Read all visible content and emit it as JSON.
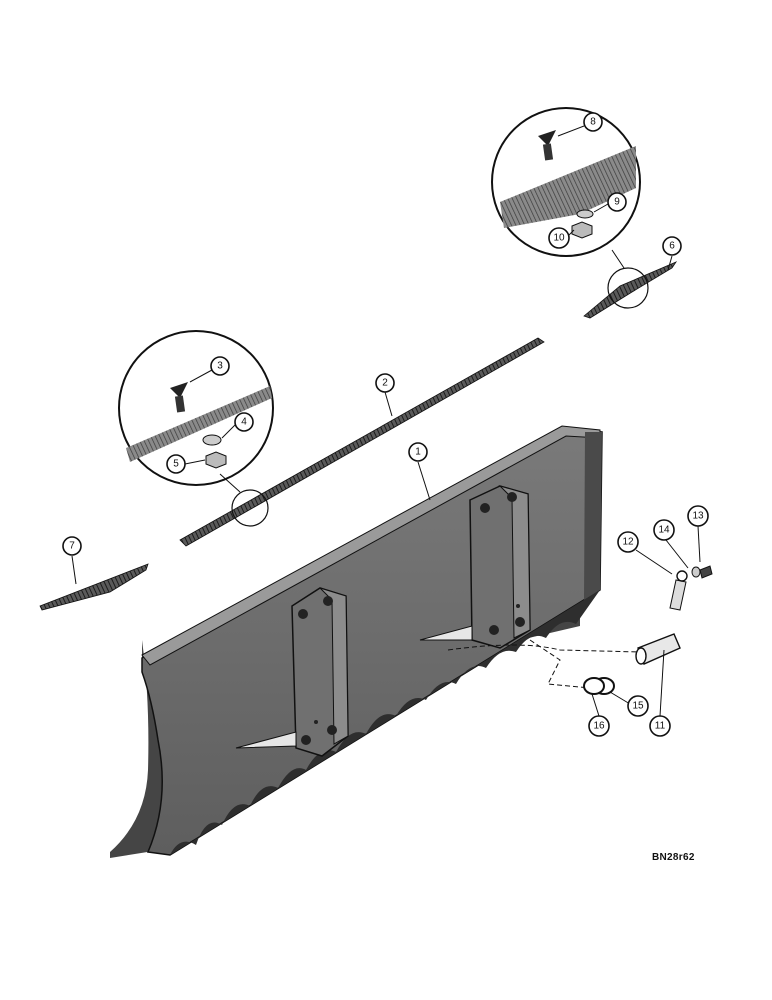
{
  "drawing_number": "BN28r62",
  "callouts": [
    "1",
    "2",
    "3",
    "4",
    "5",
    "6",
    "7",
    "8",
    "9",
    "10",
    "11",
    "12",
    "13",
    "14",
    "15",
    "16"
  ],
  "colors": {
    "ink": "#111111",
    "blade_fill": "#6e6e6e",
    "blade_shadow": "#3b3b3b",
    "paper": "#ffffff"
  }
}
